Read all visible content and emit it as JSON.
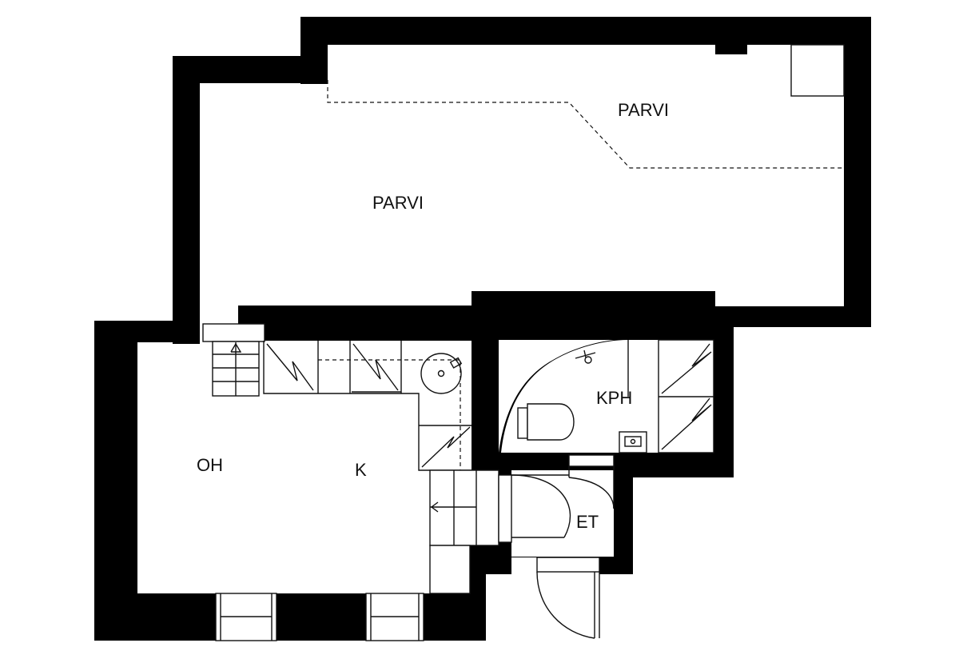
{
  "rooms": {
    "parvi_upper": "PARVI",
    "parvi_main": "PARVI",
    "kph": "KPH",
    "oh": "OH",
    "k": "K",
    "et": "ET"
  },
  "colors": {
    "wall": "#000000",
    "line": "#111111",
    "background": "#ffffff"
  }
}
